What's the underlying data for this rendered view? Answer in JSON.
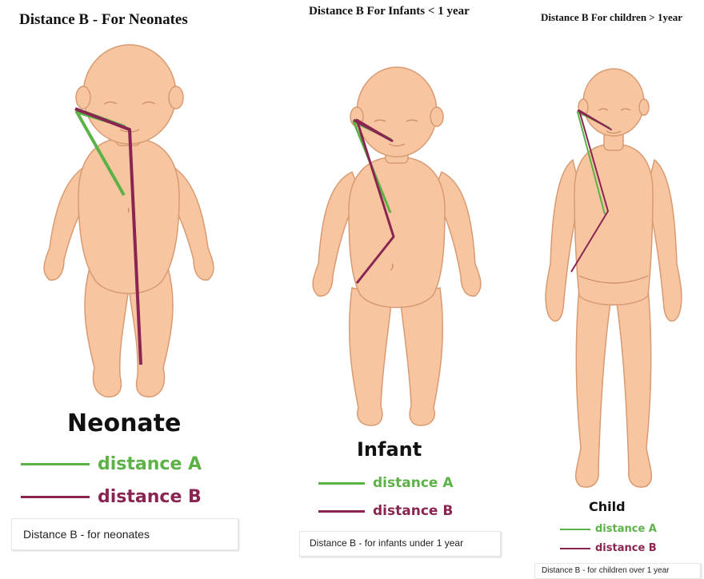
{
  "colors": {
    "distance_a": "#5cb247",
    "distance_b": "#8a2552",
    "skin": "#f7c6a0",
    "skin_outline": "#d99a72"
  },
  "panels": [
    {
      "id": "neonate",
      "title": "Distance B   - For Neonates",
      "figure_label": "Neonate",
      "legend": {
        "a": "distance A",
        "b": "distance B"
      },
      "caption": "Distance B - for neonates"
    },
    {
      "id": "infant",
      "title": "Distance B   For Infants < 1 year",
      "figure_label": "Infant",
      "legend": {
        "a": "distance A",
        "b": "distance B"
      },
      "caption": "Distance B - for infants under 1 year"
    },
    {
      "id": "child",
      "title": "Distance B   For children > 1year",
      "figure_label": "Child",
      "legend": {
        "a": "distance A",
        "b": "distance B"
      },
      "caption": "Distance B - for children over 1 year"
    }
  ]
}
